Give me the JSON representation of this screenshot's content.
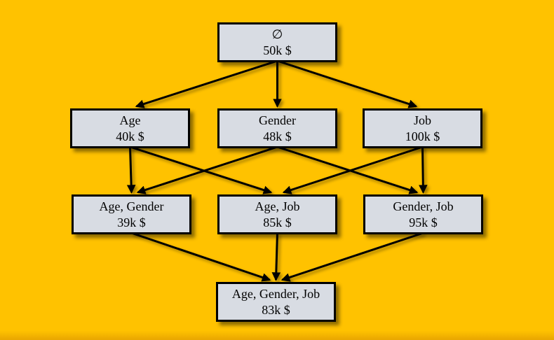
{
  "colors": {
    "background": "#FFC200",
    "node_fill": "#D8DCE3",
    "node_border": "#000000",
    "arrow": "#000000"
  },
  "diagram": {
    "type": "lattice",
    "description": "Cube / grouping lattice with cost per node",
    "nodes": [
      {
        "id": "empty",
        "label": "∅",
        "cost": "50k $"
      },
      {
        "id": "age",
        "label": "Age",
        "cost": "40k $"
      },
      {
        "id": "gender",
        "label": "Gender",
        "cost": "48k $"
      },
      {
        "id": "job",
        "label": "Job",
        "cost": "100k $"
      },
      {
        "id": "age_gender",
        "label": "Age, Gender",
        "cost": "39k $"
      },
      {
        "id": "age_job",
        "label": "Age, Job",
        "cost": "85k $"
      },
      {
        "id": "gender_job",
        "label": "Gender, Job",
        "cost": "95k $"
      },
      {
        "id": "age_gender_job",
        "label": "Age, Gender, Job",
        "cost": "83k $"
      }
    ],
    "edges": [
      {
        "from": "empty",
        "to": "age"
      },
      {
        "from": "empty",
        "to": "gender"
      },
      {
        "from": "empty",
        "to": "job"
      },
      {
        "from": "age",
        "to": "age_gender"
      },
      {
        "from": "age",
        "to": "age_job"
      },
      {
        "from": "gender",
        "to": "age_gender"
      },
      {
        "from": "gender",
        "to": "gender_job"
      },
      {
        "from": "job",
        "to": "age_job"
      },
      {
        "from": "job",
        "to": "gender_job"
      },
      {
        "from": "age_gender",
        "to": "age_gender_job"
      },
      {
        "from": "age_job",
        "to": "age_gender_job"
      },
      {
        "from": "gender_job",
        "to": "age_gender_job"
      }
    ]
  }
}
